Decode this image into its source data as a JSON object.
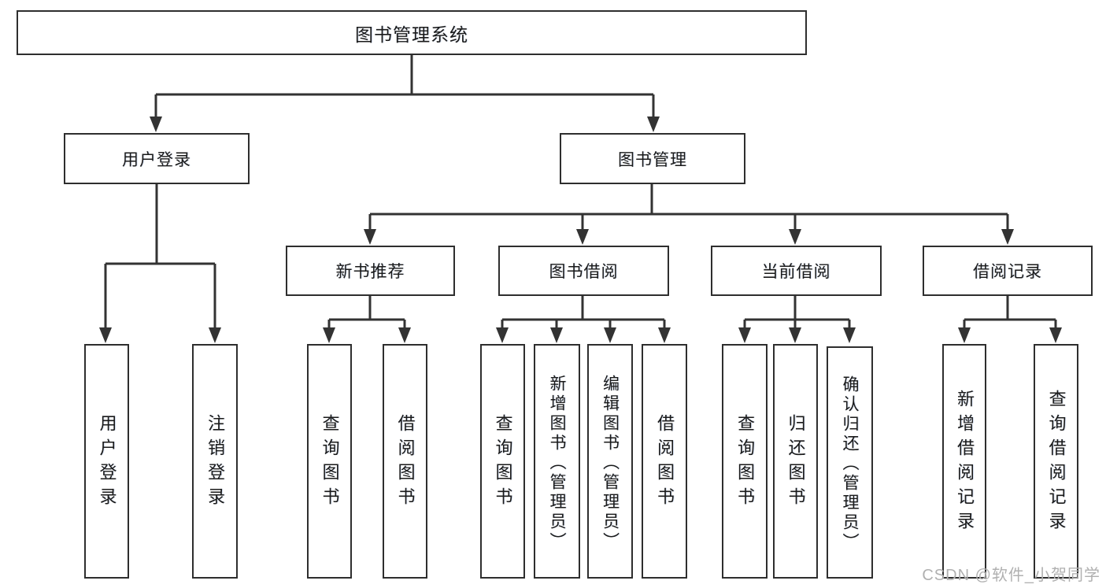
{
  "tree": {
    "root": {
      "label": "图书管理系统"
    },
    "branches": [
      {
        "label": "用户登录",
        "children": [
          {
            "label": "用户登录"
          },
          {
            "label": "注销登录"
          }
        ]
      },
      {
        "label": "图书管理",
        "children": [
          {
            "label": "新书推荐",
            "children": [
              {
                "label": "查询图书"
              },
              {
                "label": "借阅图书"
              }
            ]
          },
          {
            "label": "图书借阅",
            "children": [
              {
                "label": "查询图书"
              },
              {
                "label": "新增图书（管理员）"
              },
              {
                "label": "编辑图书（管理员）"
              },
              {
                "label": "借阅图书"
              }
            ]
          },
          {
            "label": "当前借阅",
            "children": [
              {
                "label": "查询图书"
              },
              {
                "label": "归还图书"
              },
              {
                "label": "确认归还（管理员）"
              }
            ]
          },
          {
            "label": "借阅记录",
            "children": [
              {
                "label": "新增借阅记录"
              },
              {
                "label": "查询借阅记录"
              }
            ]
          }
        ]
      }
    ]
  },
  "watermark": {
    "text": "CSDN @软件_小贺同学"
  },
  "colors": {
    "line": "#333333",
    "box_border": "#2e2e2e",
    "text": "#1a1a1a",
    "watermark": "#b0b0b0",
    "background": "#ffffff"
  }
}
